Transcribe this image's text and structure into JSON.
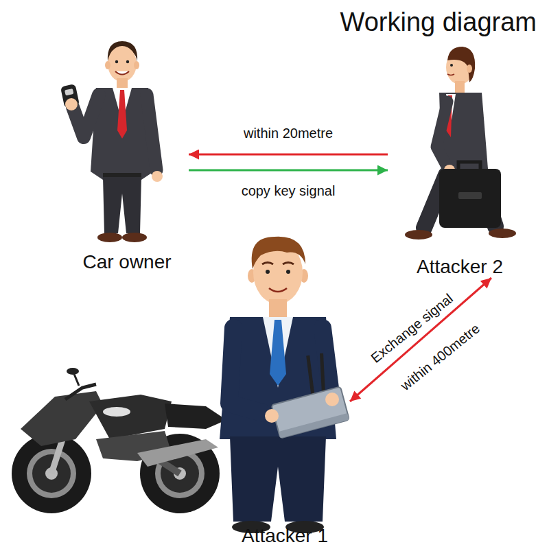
{
  "diagram": {
    "title": "Working diagram",
    "nodes": [
      {
        "text": [
          "Car owner"
        ]
      },
      {
        "text": [
          "Attacker 2"
        ]
      },
      {
        "text": [
          "Attacker 1"
        ]
      }
    ],
    "edges": [
      {
        "from": 1,
        "to": 0,
        "arrow": "to",
        "label": "within 20metre"
      },
      {
        "from": 0,
        "to": 1,
        "arrow": "to",
        "label": "copy key signal"
      },
      {
        "from": 2,
        "to": 1,
        "arrow": "both",
        "label": "Exchange signal"
      }
    ],
    "labels": [
      "within 400metre"
    ]
  }
}
